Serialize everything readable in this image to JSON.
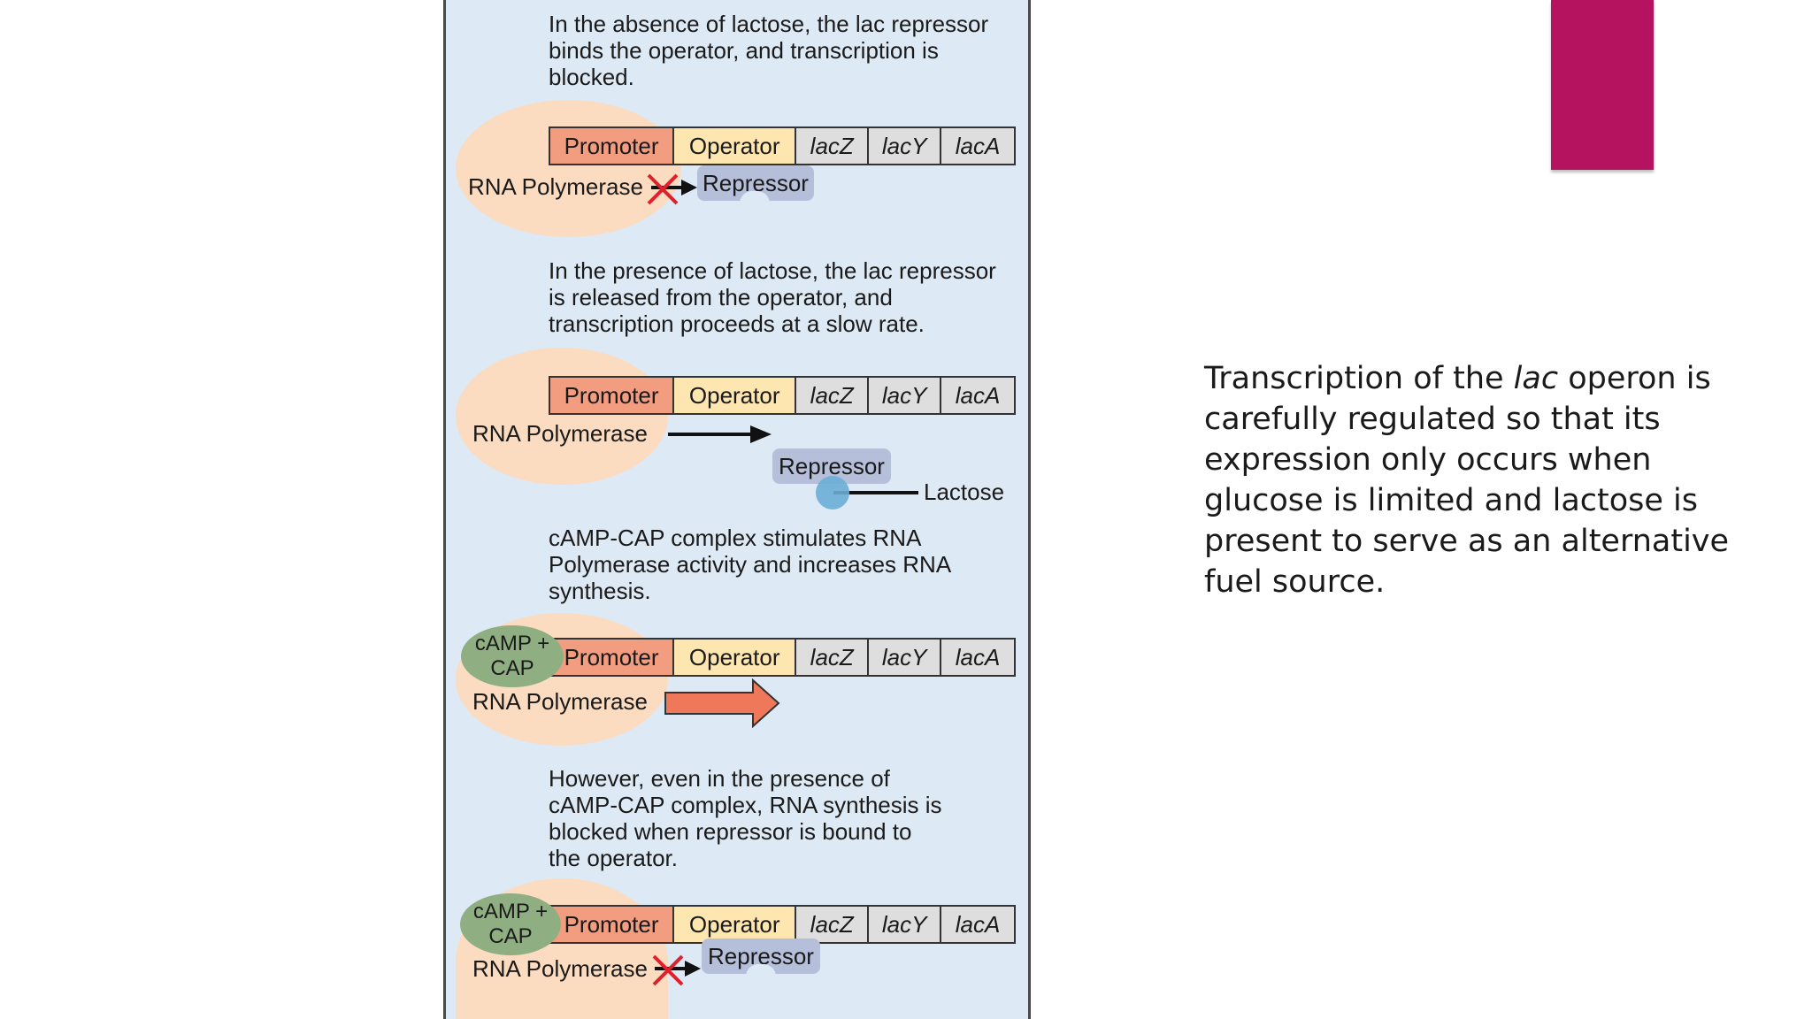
{
  "diagram": {
    "panels": [
      {
        "caption": [
          "In the absence of lactose, the lac repressor",
          "binds the operator, and transcription is",
          "blocked."
        ],
        "polymerase": "RNA Polymerase",
        "repressor": "Repressor"
      },
      {
        "caption": [
          "In the presence of lactose, the lac repressor",
          "is released from the operator, and",
          "transcription proceeds at a slow rate."
        ],
        "polymerase": "RNA Polymerase",
        "repressor": "Repressor",
        "lactose": "Lactose"
      },
      {
        "caption": [
          "cAMP-CAP complex stimulates RNA",
          "Polymerase activity and increases RNA",
          "synthesis."
        ],
        "polymerase": "RNA Polymerase",
        "camp": [
          "cAMP +",
          "CAP"
        ]
      },
      {
        "caption": [
          "However, even in the presence of",
          "cAMP-CAP complex, RNA synthesis is",
          "blocked when repressor is bound to",
          "the operator."
        ],
        "polymerase": "RNA Polymerase",
        "repressor": "Repressor",
        "camp": [
          "cAMP +",
          "CAP"
        ]
      }
    ],
    "genes": {
      "promoter": "Promoter",
      "operator": "Operator",
      "lacZ": "lacZ",
      "lacY": "lacY",
      "lacA": "lacA"
    }
  },
  "side_text": {
    "part1": "Transcription of the ",
    "em": "lac",
    "part2": " operon is carefully regulated so that its expression only occurs when glucose is limited and lactose is present to serve as an alternative fuel source."
  },
  "colors": {
    "accent": "#b5125f",
    "panel_bg": "#dde9f4",
    "promoter": "#f29c80",
    "operator": "#fde6b0",
    "repressor": "#b6bfd9",
    "camp_cap": "#8fae82",
    "lactose": "#6baed6",
    "blocked_x": "#e0202a"
  }
}
